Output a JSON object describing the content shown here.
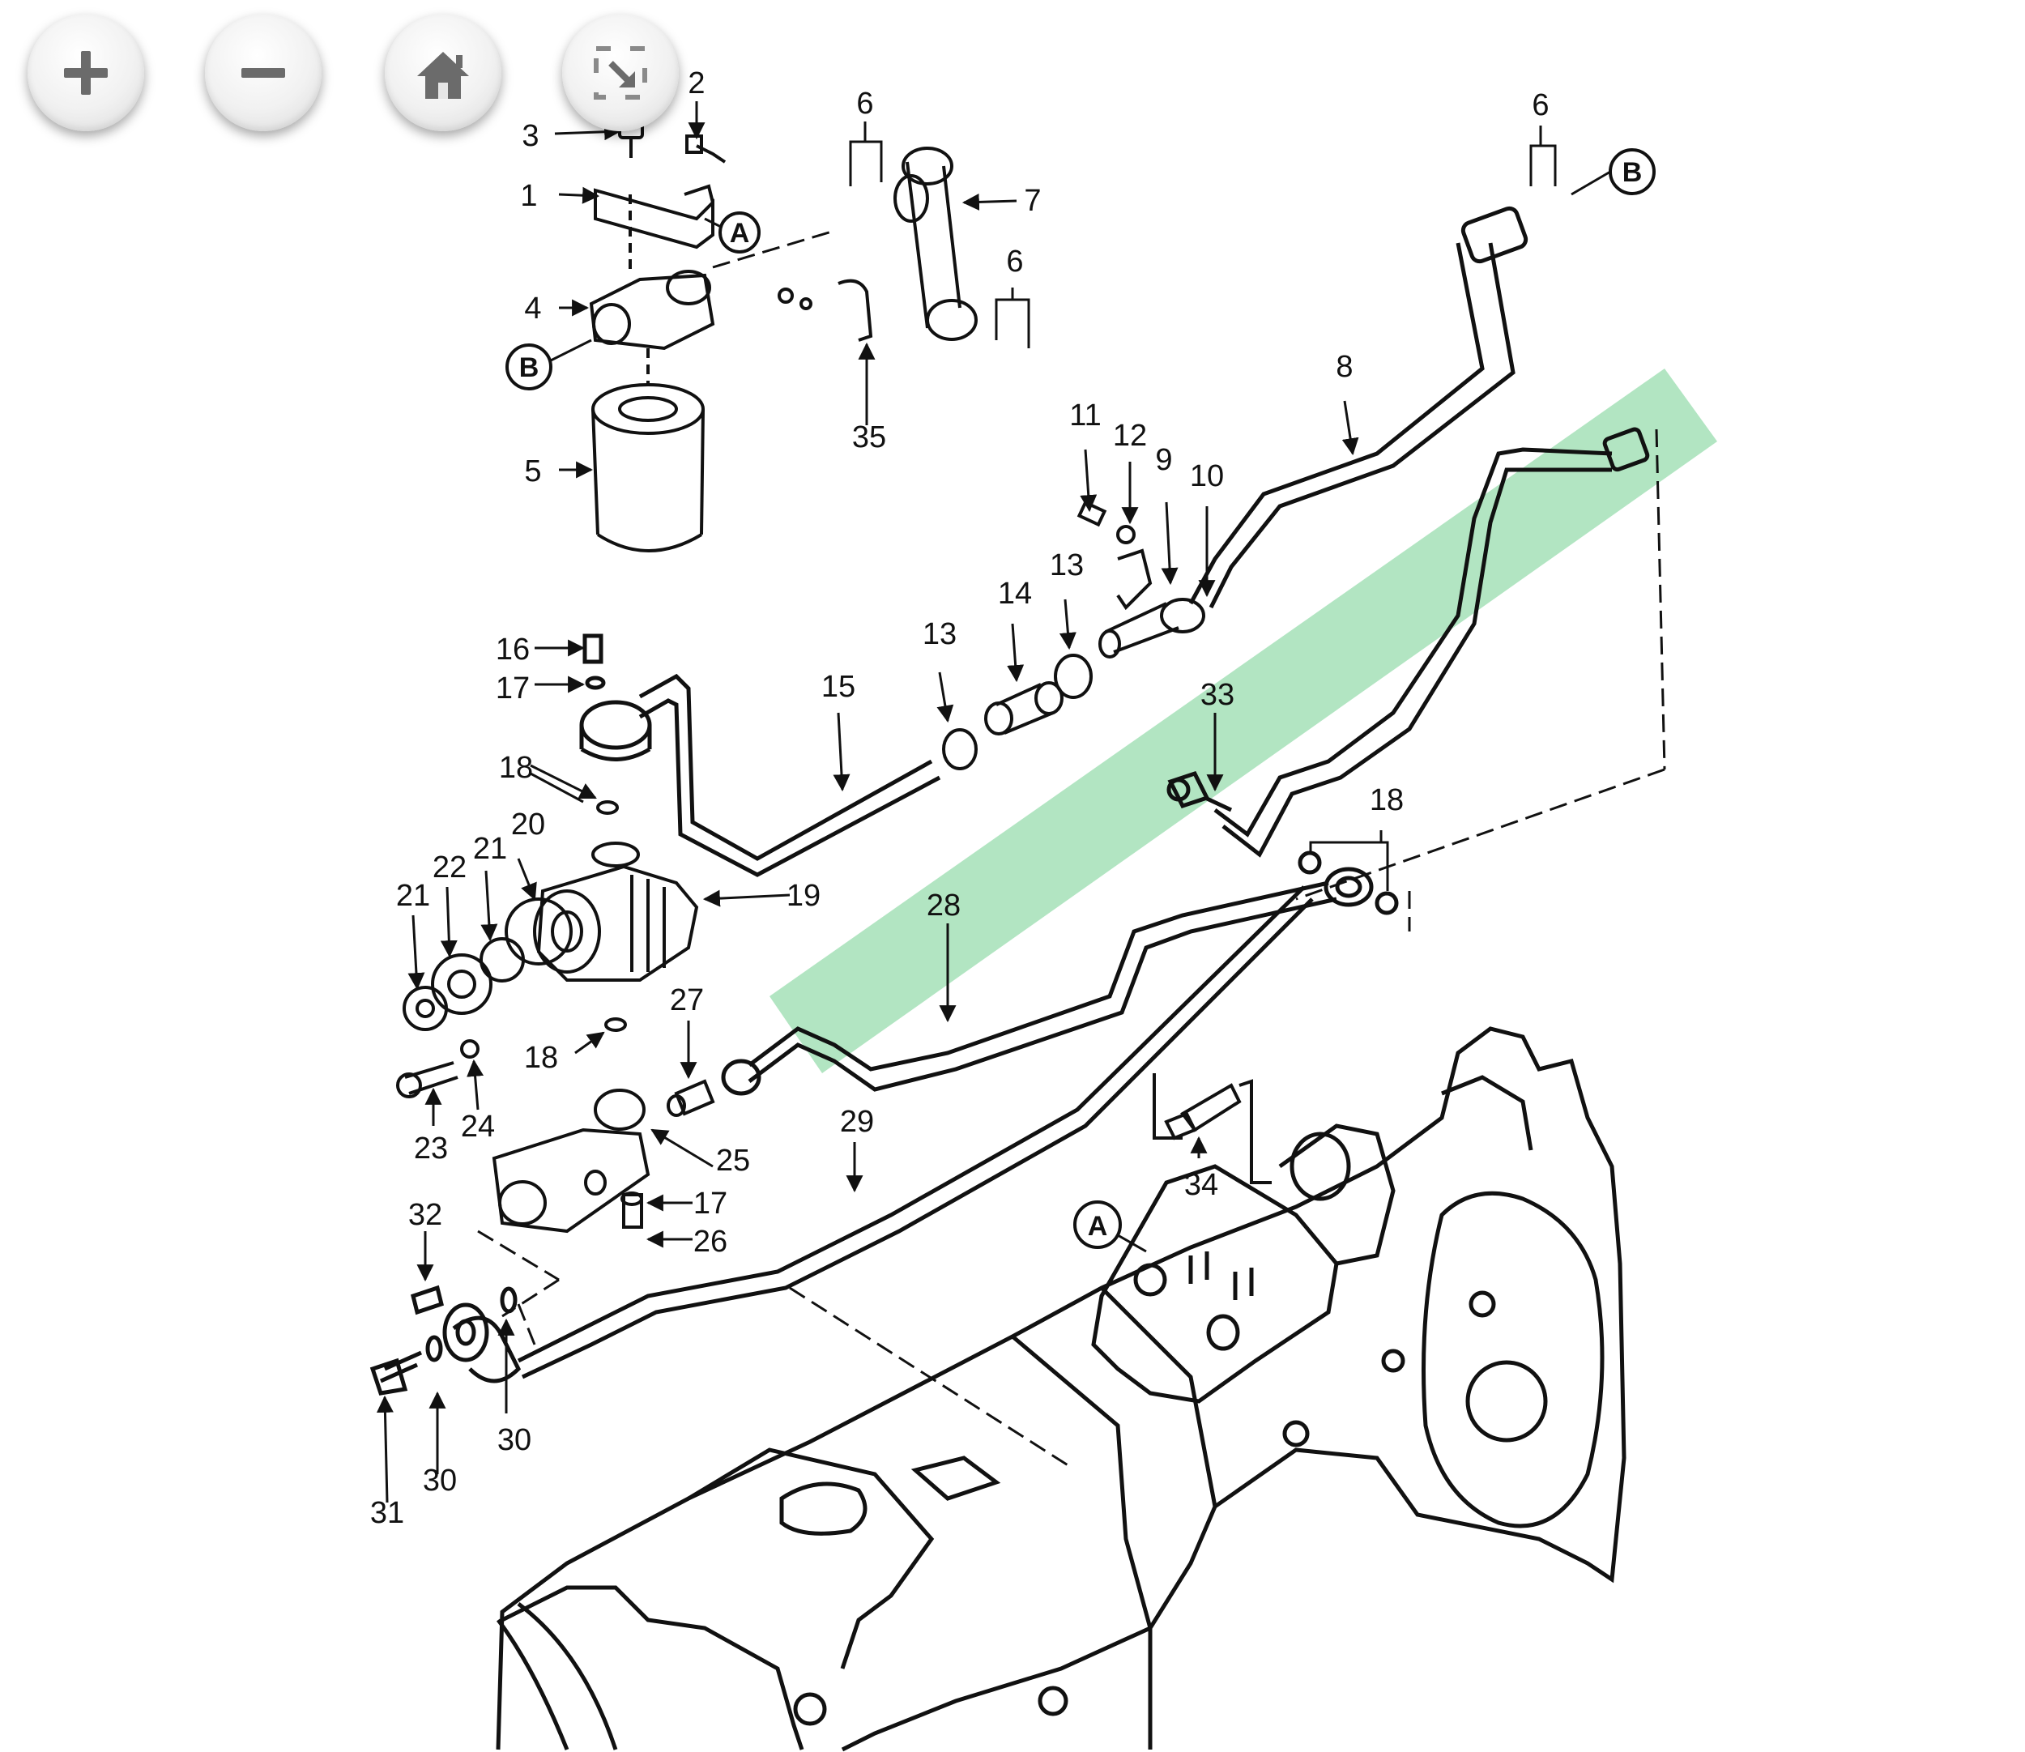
{
  "viewer": {
    "controls": [
      {
        "name": "zoom-in-button",
        "icon": "plus-icon"
      },
      {
        "name": "zoom-out-button",
        "icon": "minus-icon"
      },
      {
        "name": "home-button",
        "icon": "home-icon"
      },
      {
        "name": "fullscreen-button",
        "icon": "fullscreen-icon"
      }
    ],
    "highlight_color": "#7fd39a"
  },
  "diagram": {
    "labels": {
      "p1": "1",
      "p2": "2",
      "p3": "3",
      "p4": "4",
      "p5": "5",
      "p6a": "6",
      "p6b": "6",
      "p6c": "6",
      "p7": "7",
      "p8": "8",
      "p9": "9",
      "p10": "10",
      "p11": "11",
      "p12": "12",
      "p13a": "13",
      "p13b": "13",
      "p14": "14",
      "p15": "15",
      "p16": "16",
      "p17a": "17",
      "p17b": "17",
      "p18a": "18",
      "p18b": "18",
      "p18c": "18",
      "p19": "19",
      "p20": "20",
      "p21a": "21",
      "p21b": "21",
      "p22": "22",
      "p23": "23",
      "p24": "24",
      "p25": "25",
      "p26": "26",
      "p27": "27",
      "p28": "28",
      "p29": "29",
      "p30a": "30",
      "p30b": "30",
      "p31": "31",
      "p32": "32",
      "p33": "33",
      "p34": "34",
      "p35": "35"
    },
    "callouts": {
      "a1": "A",
      "a2": "A",
      "b1": "B",
      "b2": "B"
    }
  }
}
